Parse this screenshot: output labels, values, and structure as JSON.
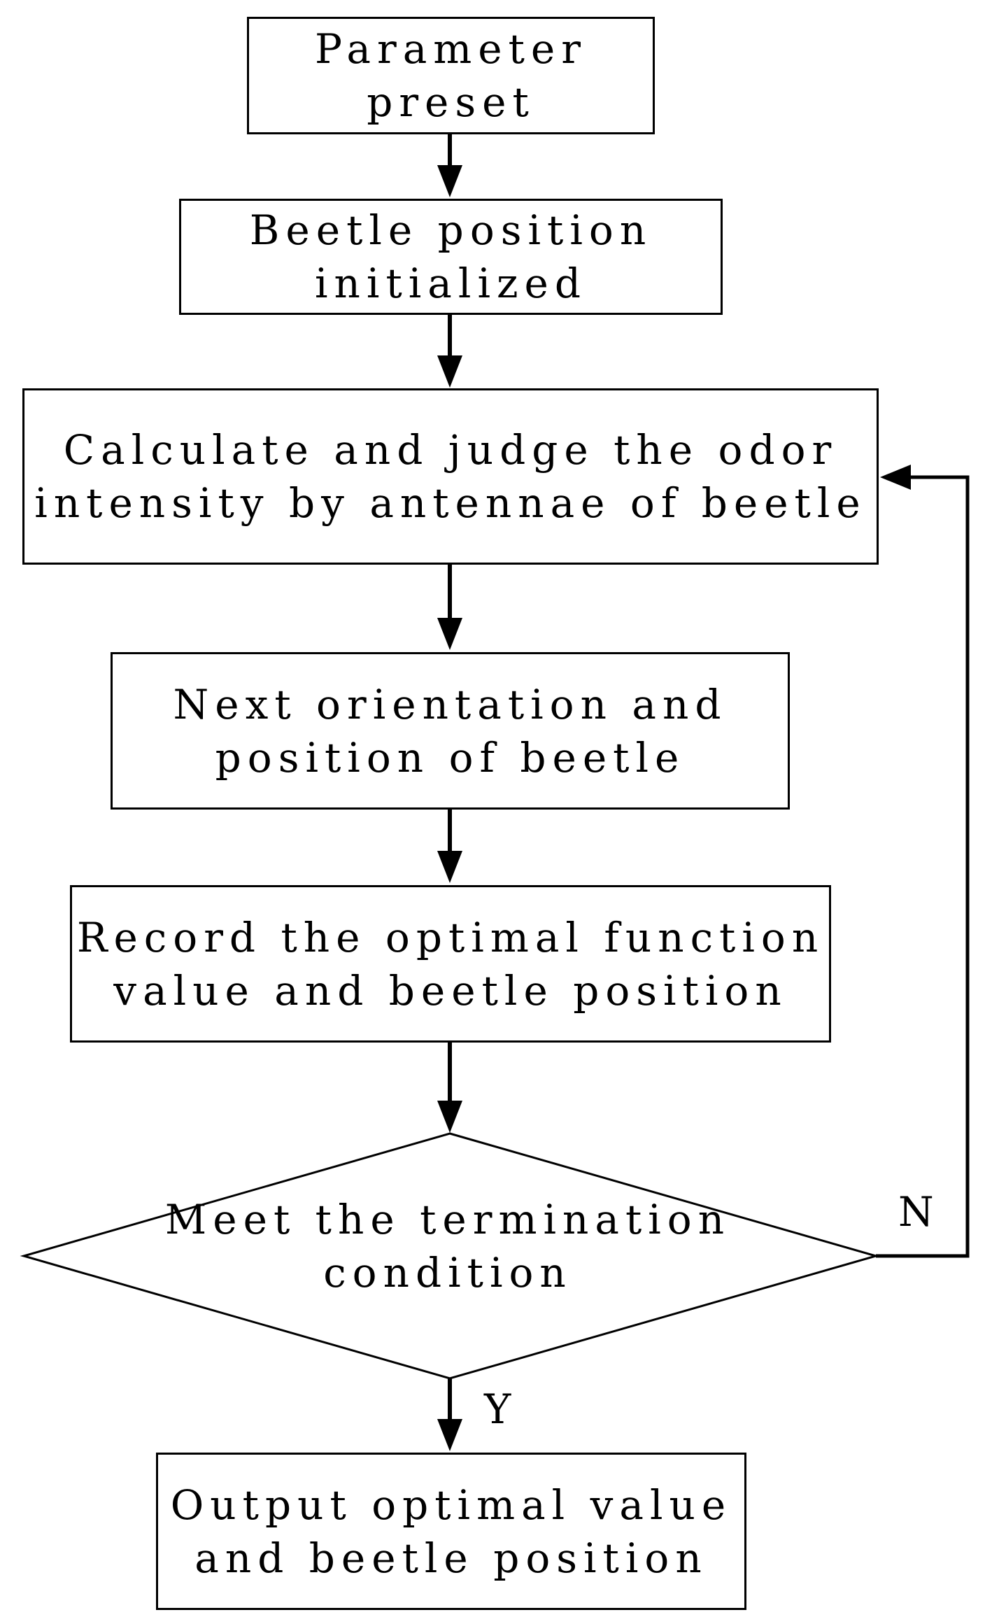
{
  "flowchart": {
    "steps": {
      "preset": {
        "line1": "Parameter",
        "line2": "preset"
      },
      "init": {
        "line1": "Beetle position",
        "line2": "initialized"
      },
      "calc": {
        "line1": "Calculate and judge the odor",
        "line2": "intensity  by antennae of  beetle"
      },
      "next": {
        "line1": "Next orientation and",
        "line2": "position of  beetle"
      },
      "record": {
        "line1": "Record the optimal function",
        "line2": "value and beetle position"
      },
      "output": {
        "line1": "Output optimal value",
        "line2": "and beetle position"
      }
    },
    "decision": {
      "line1": "Meet the termination",
      "line2": "condition"
    },
    "branch_labels": {
      "no": "N",
      "yes": "Y"
    }
  }
}
